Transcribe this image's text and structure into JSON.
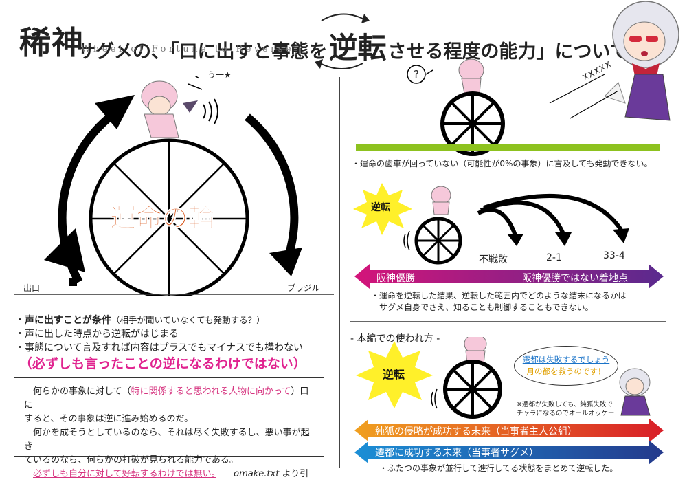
{
  "title": {
    "name": "稀神",
    "prefix": "サグメの、「口に出すと事態を",
    "big": "逆転",
    "suffix": "させる程度の能力」について。",
    "subtitle": "Wheel of Fortune to Reverse"
  },
  "left": {
    "wheel_label": "運命の輪",
    "sound": "う一★",
    "exit_label": "出口",
    "brazil_label": "ブラジル",
    "bullets": [
      {
        "bold": "声に出すことが条件",
        "rest": "（相手が聞いていなくても発動する？）"
      },
      {
        "bold": "",
        "rest": "声に出した時点から逆転がはじまる"
      },
      {
        "bold": "",
        "rest": "事態について言及すれば内容はプラスでもマイナスでも構わない"
      }
    ],
    "emphasis": "（必ずしも言ったことの逆になるわけではない）",
    "quote": {
      "l1a": "何らかの事象に対して（",
      "l1b": "特に関係すると思われる人物に向かって",
      "l1c": "）口に",
      "l2": "すると、その事象は逆に進み始めるのだ。",
      "l3": "何かを成そうとしているのなら、それは尽く失敗するし、悪い事が起き",
      "l4": "ているのなら、何らかの打破が見られる能力である。",
      "l5": "必ずしも自分に対して好転するわけでは無い。",
      "source": "omake.txt",
      "source_suffix": "より引用"
    }
  },
  "right": {
    "panel1": {
      "question": "?",
      "xs": "XXXXX",
      "note": "・運命の歯車が回っていない（可能性が0%の事象）に言及しても発動できない。"
    },
    "panel2": {
      "burst": "逆転",
      "outcomes": [
        "不戦敗",
        "2-1",
        "33-4"
      ],
      "bar_left": "阪神優勝",
      "bar_right": "阪神優勝ではない着地点",
      "note1": "・運命を逆転した結果、逆転した範囲内でどのような結末になるかは",
      "note2": "サグメ自身でさえ、知ることも制御することもできない。"
    },
    "panel3": {
      "header": "- 本編での使われ方 -",
      "burst": "逆転",
      "bubble1": "遷都は失敗するでしょう",
      "bubble2": "月の都を救うのです！",
      "side_note1": "※遷都が失敗しても、純狐失敗で",
      "side_note2": "チャラになるのでオールオッケー",
      "bar1": "純狐の侵略が成功する未来（当事者主人公組）",
      "bar2": "遷都に成功する未来（当事者サグメ）",
      "footer": "・ふたつの事象が並行して進行してる状態をまとめて逆転した。"
    }
  },
  "colors": {
    "wheel_label": "#d95a1f",
    "green_bar": "#8dc21f",
    "magenta": "#d4147a",
    "purple": "#5a2a8e",
    "orange": "#f0a020",
    "red": "#d81e28",
    "blue": "#1c8fd6",
    "navy": "#243a8c",
    "starburst": "#fff02a"
  }
}
